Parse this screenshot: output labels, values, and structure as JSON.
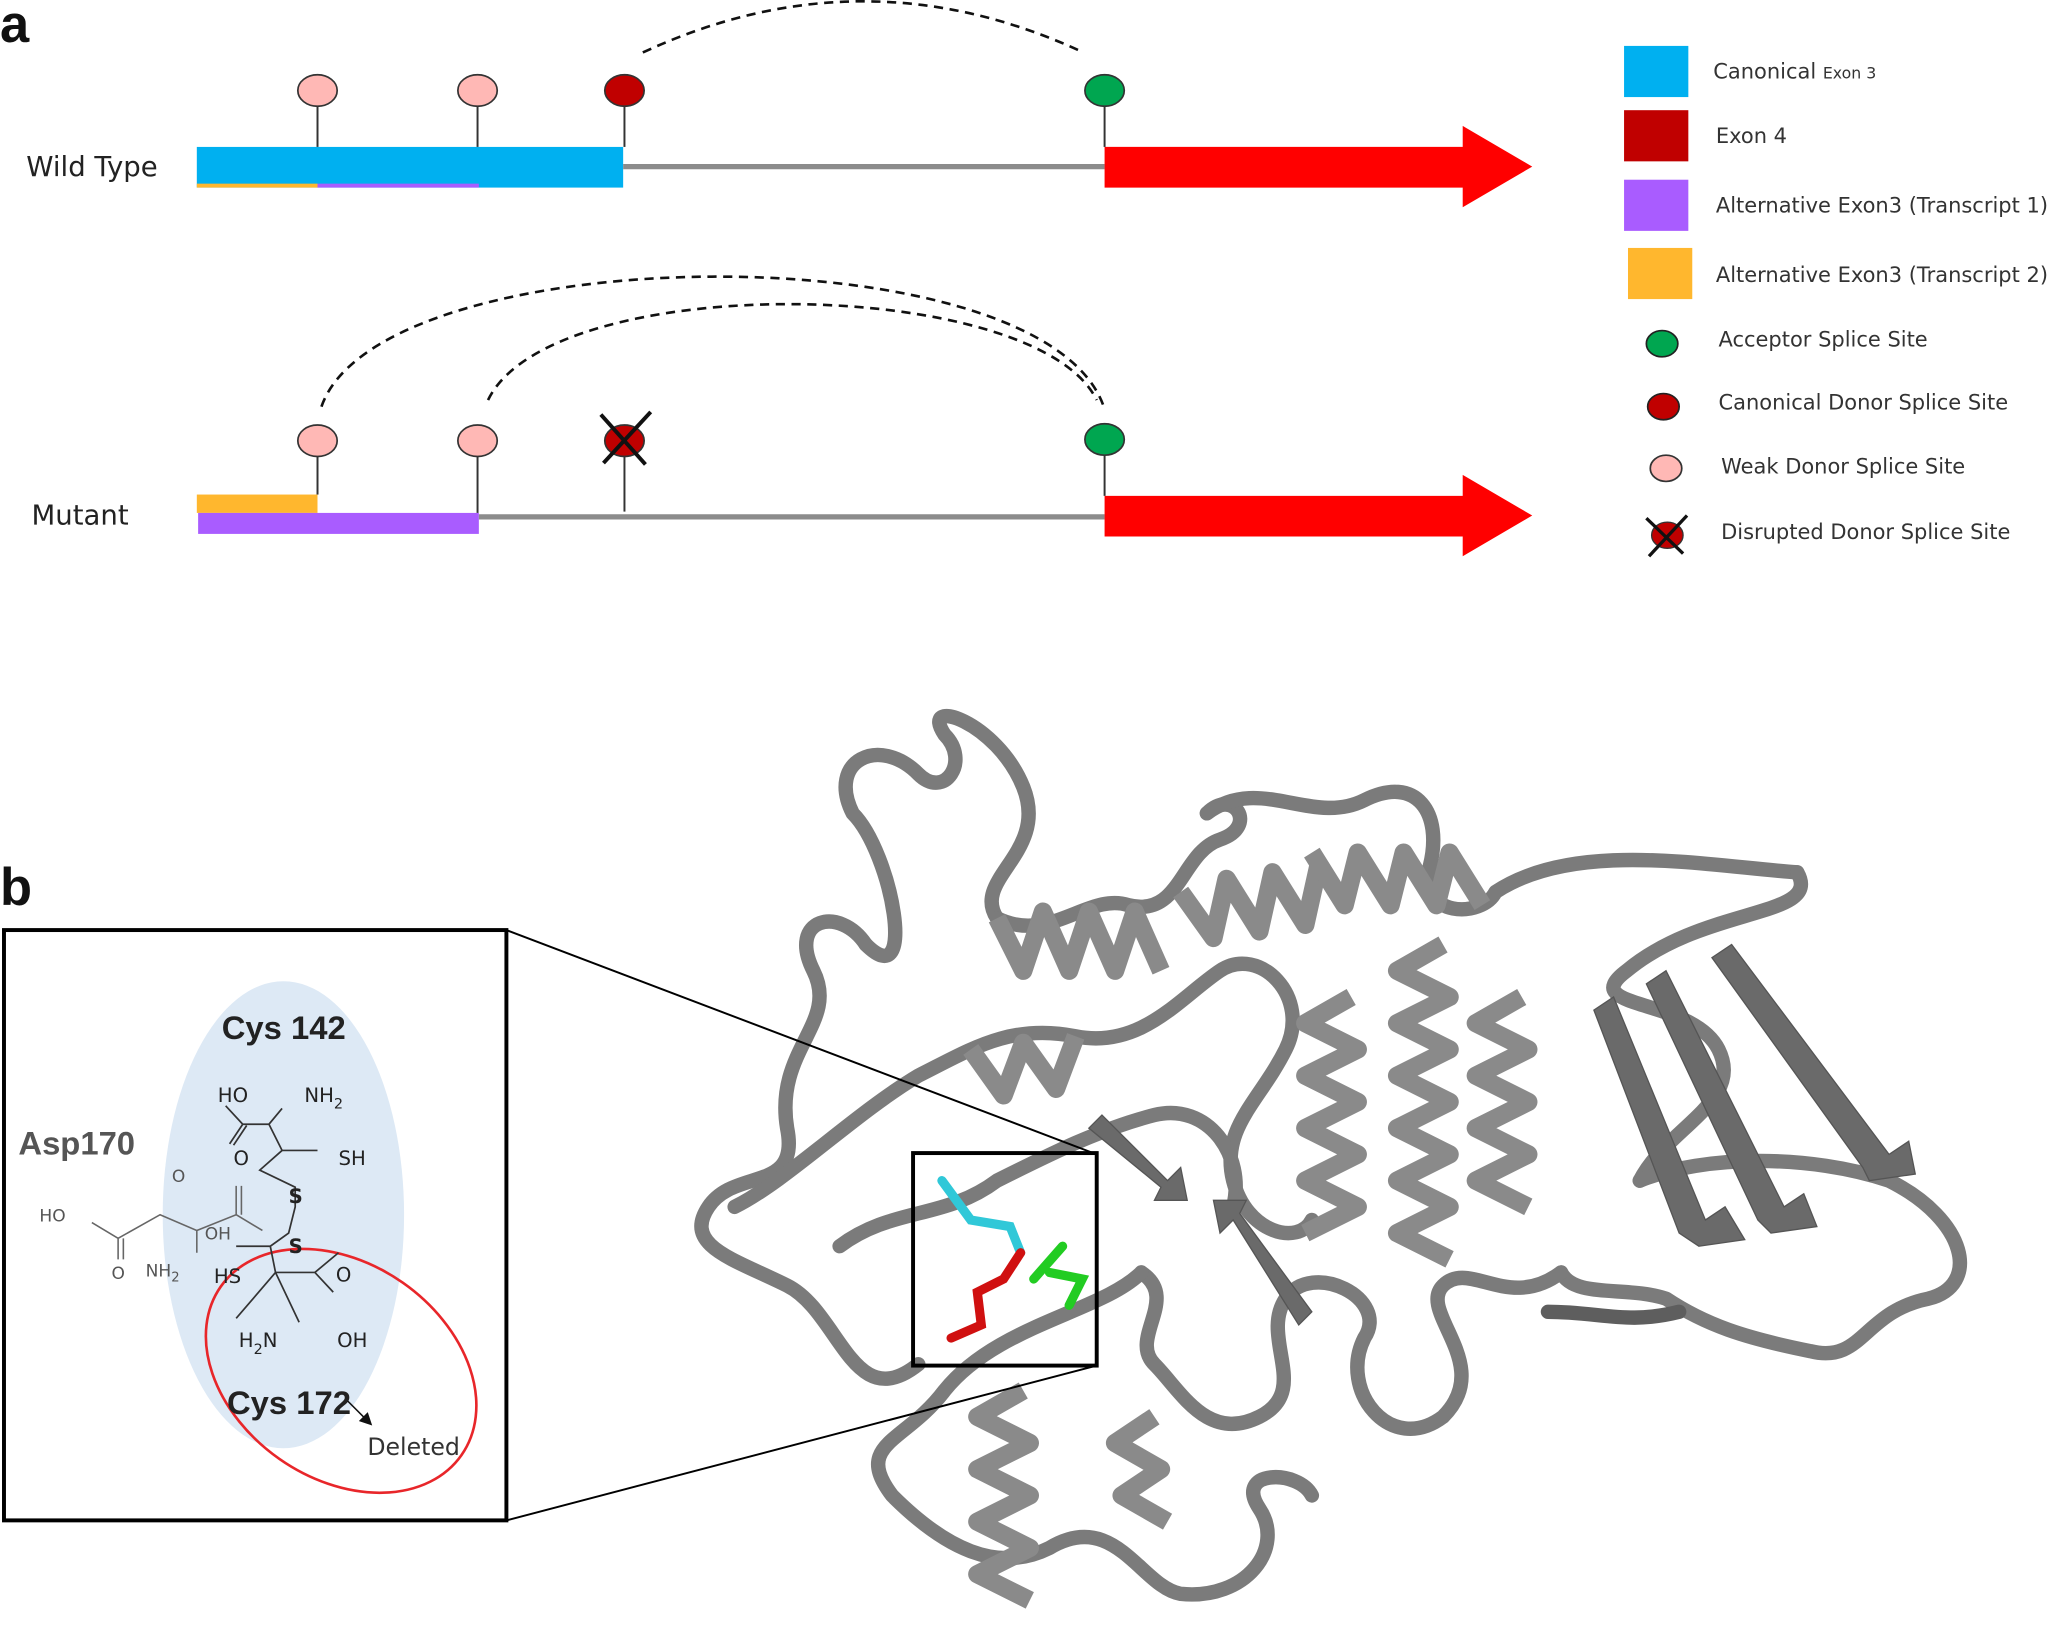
{
  "panel_a": {
    "letter": "a",
    "wild_type_label": "Wild Type",
    "mutant_label": "Mutant",
    "legend": [
      {
        "label": "Canonical",
        "label_small": "Exon 3",
        "color": "#00b0f0",
        "shape": "square"
      },
      {
        "label": "Exon 4",
        "color": "#c00000",
        "shape": "square"
      },
      {
        "label": "Alternative Exon3 (Transcript 1)",
        "color": "#a95cff",
        "shape": "square"
      },
      {
        "label": "Alternative Exon3 (Transcript 2)",
        "color": "#ffb72e",
        "shape": "square"
      },
      {
        "label": "Acceptor Splice Site",
        "color": "#00a650",
        "shape": "circle"
      },
      {
        "label": "Canonical Donor Splice Site",
        "color": "#c00000",
        "shape": "circle"
      },
      {
        "label": "Weak Donor Splice Site",
        "color": "#ffb8b5",
        "shape": "circle"
      },
      {
        "label": "Disrupted Donor Splice Site",
        "color": "#c00000",
        "shape": "crossed-circle"
      }
    ],
    "colors": {
      "exon4_arrow": "#ff0000",
      "intron": "#8c8c8c"
    }
  },
  "panel_b": {
    "letter": "b",
    "inset": {
      "asp_label": "Asp170",
      "cys142_label": "Cys 142",
      "cys172_label": "Cys 172",
      "deleted_label": "Deleted",
      "chem": {
        "ho_top": "HO",
        "nh2_top": "NH",
        "sub2": "2",
        "o_top": "O",
        "sh_top": "SH",
        "s1": "S",
        "s2": "S",
        "hs_bot": "HS",
        "o_bot": "O",
        "h2n_bot_h": "H",
        "h2n_bot_n": "N",
        "oh_bot": "OH",
        "asp_ho": "HO",
        "asp_o1": "O",
        "asp_o2": "O",
        "asp_oh": "OH",
        "asp_nh": "NH"
      },
      "colors": {
        "highlight": "#dde9f5",
        "deleted_ring": "#e8262a"
      }
    },
    "structure_colors": {
      "backbone": "#7b7b7b",
      "cys142": "#30c8d8",
      "cys172": "#d01010",
      "asp170": "#22cc22"
    }
  }
}
